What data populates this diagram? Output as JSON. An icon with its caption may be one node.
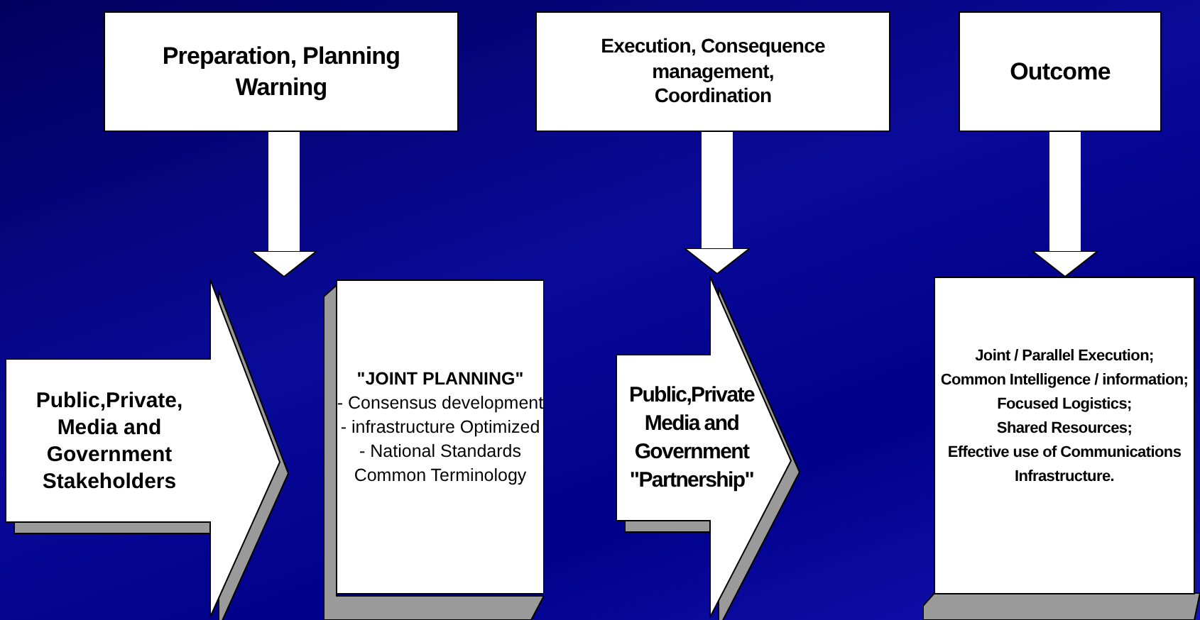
{
  "diagram": {
    "nodes": [
      {
        "text": [
          "Preparation, Planning Warning"
        ]
      },
      {
        "text": [
          "Execution, Consequence management, Coordination"
        ]
      },
      {
        "text": [
          "Outcome"
        ]
      },
      {
        "text": [
          "Public,Private, Media and Government Stakeholders"
        ]
      },
      {
        "text": [
          "\"JOINT PLANNING\"",
          "- Consensus development",
          "- infrastructure Optimized",
          "- National Standards",
          "Common Terminology"
        ]
      },
      {
        "text": [
          "Public,Private Media and Government \"Partnership\""
        ]
      },
      {
        "text": [
          "Joint / Parallel Execution;",
          "Common Intelligence / information;",
          "Focused Logistics;",
          "Shared Resources;",
          "Effective use of Communications Infrastructure."
        ]
      }
    ],
    "edges": [
      {
        "from": 0,
        "to": 3,
        "arrow": "to"
      },
      {
        "from": 1,
        "to": 5,
        "arrow": "to"
      },
      {
        "from": 2,
        "to": 6,
        "arrow": "to"
      }
    ]
  }
}
